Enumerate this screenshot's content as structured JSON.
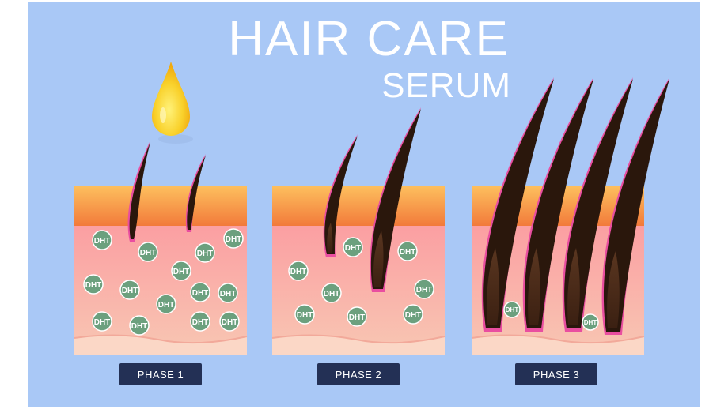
{
  "title": {
    "line1": "HAIR CARE",
    "line2": "SERUM"
  },
  "dht_label": "DHT",
  "phases": [
    {
      "label": "PHASE 1"
    },
    {
      "label": "PHASE 2"
    },
    {
      "label": "PHASE 3"
    }
  ],
  "colors": {
    "background": "#a9c8f6",
    "skin_top": "#f59a4d",
    "skin_body": "#f7a3a0",
    "dht_circle": "#6ca07e",
    "button": "#233055",
    "droplet": "#f6cf2a"
  },
  "icons": [
    "serum-droplet-icon",
    "hair-follicle-icon",
    "dht-molecule-icon"
  ]
}
